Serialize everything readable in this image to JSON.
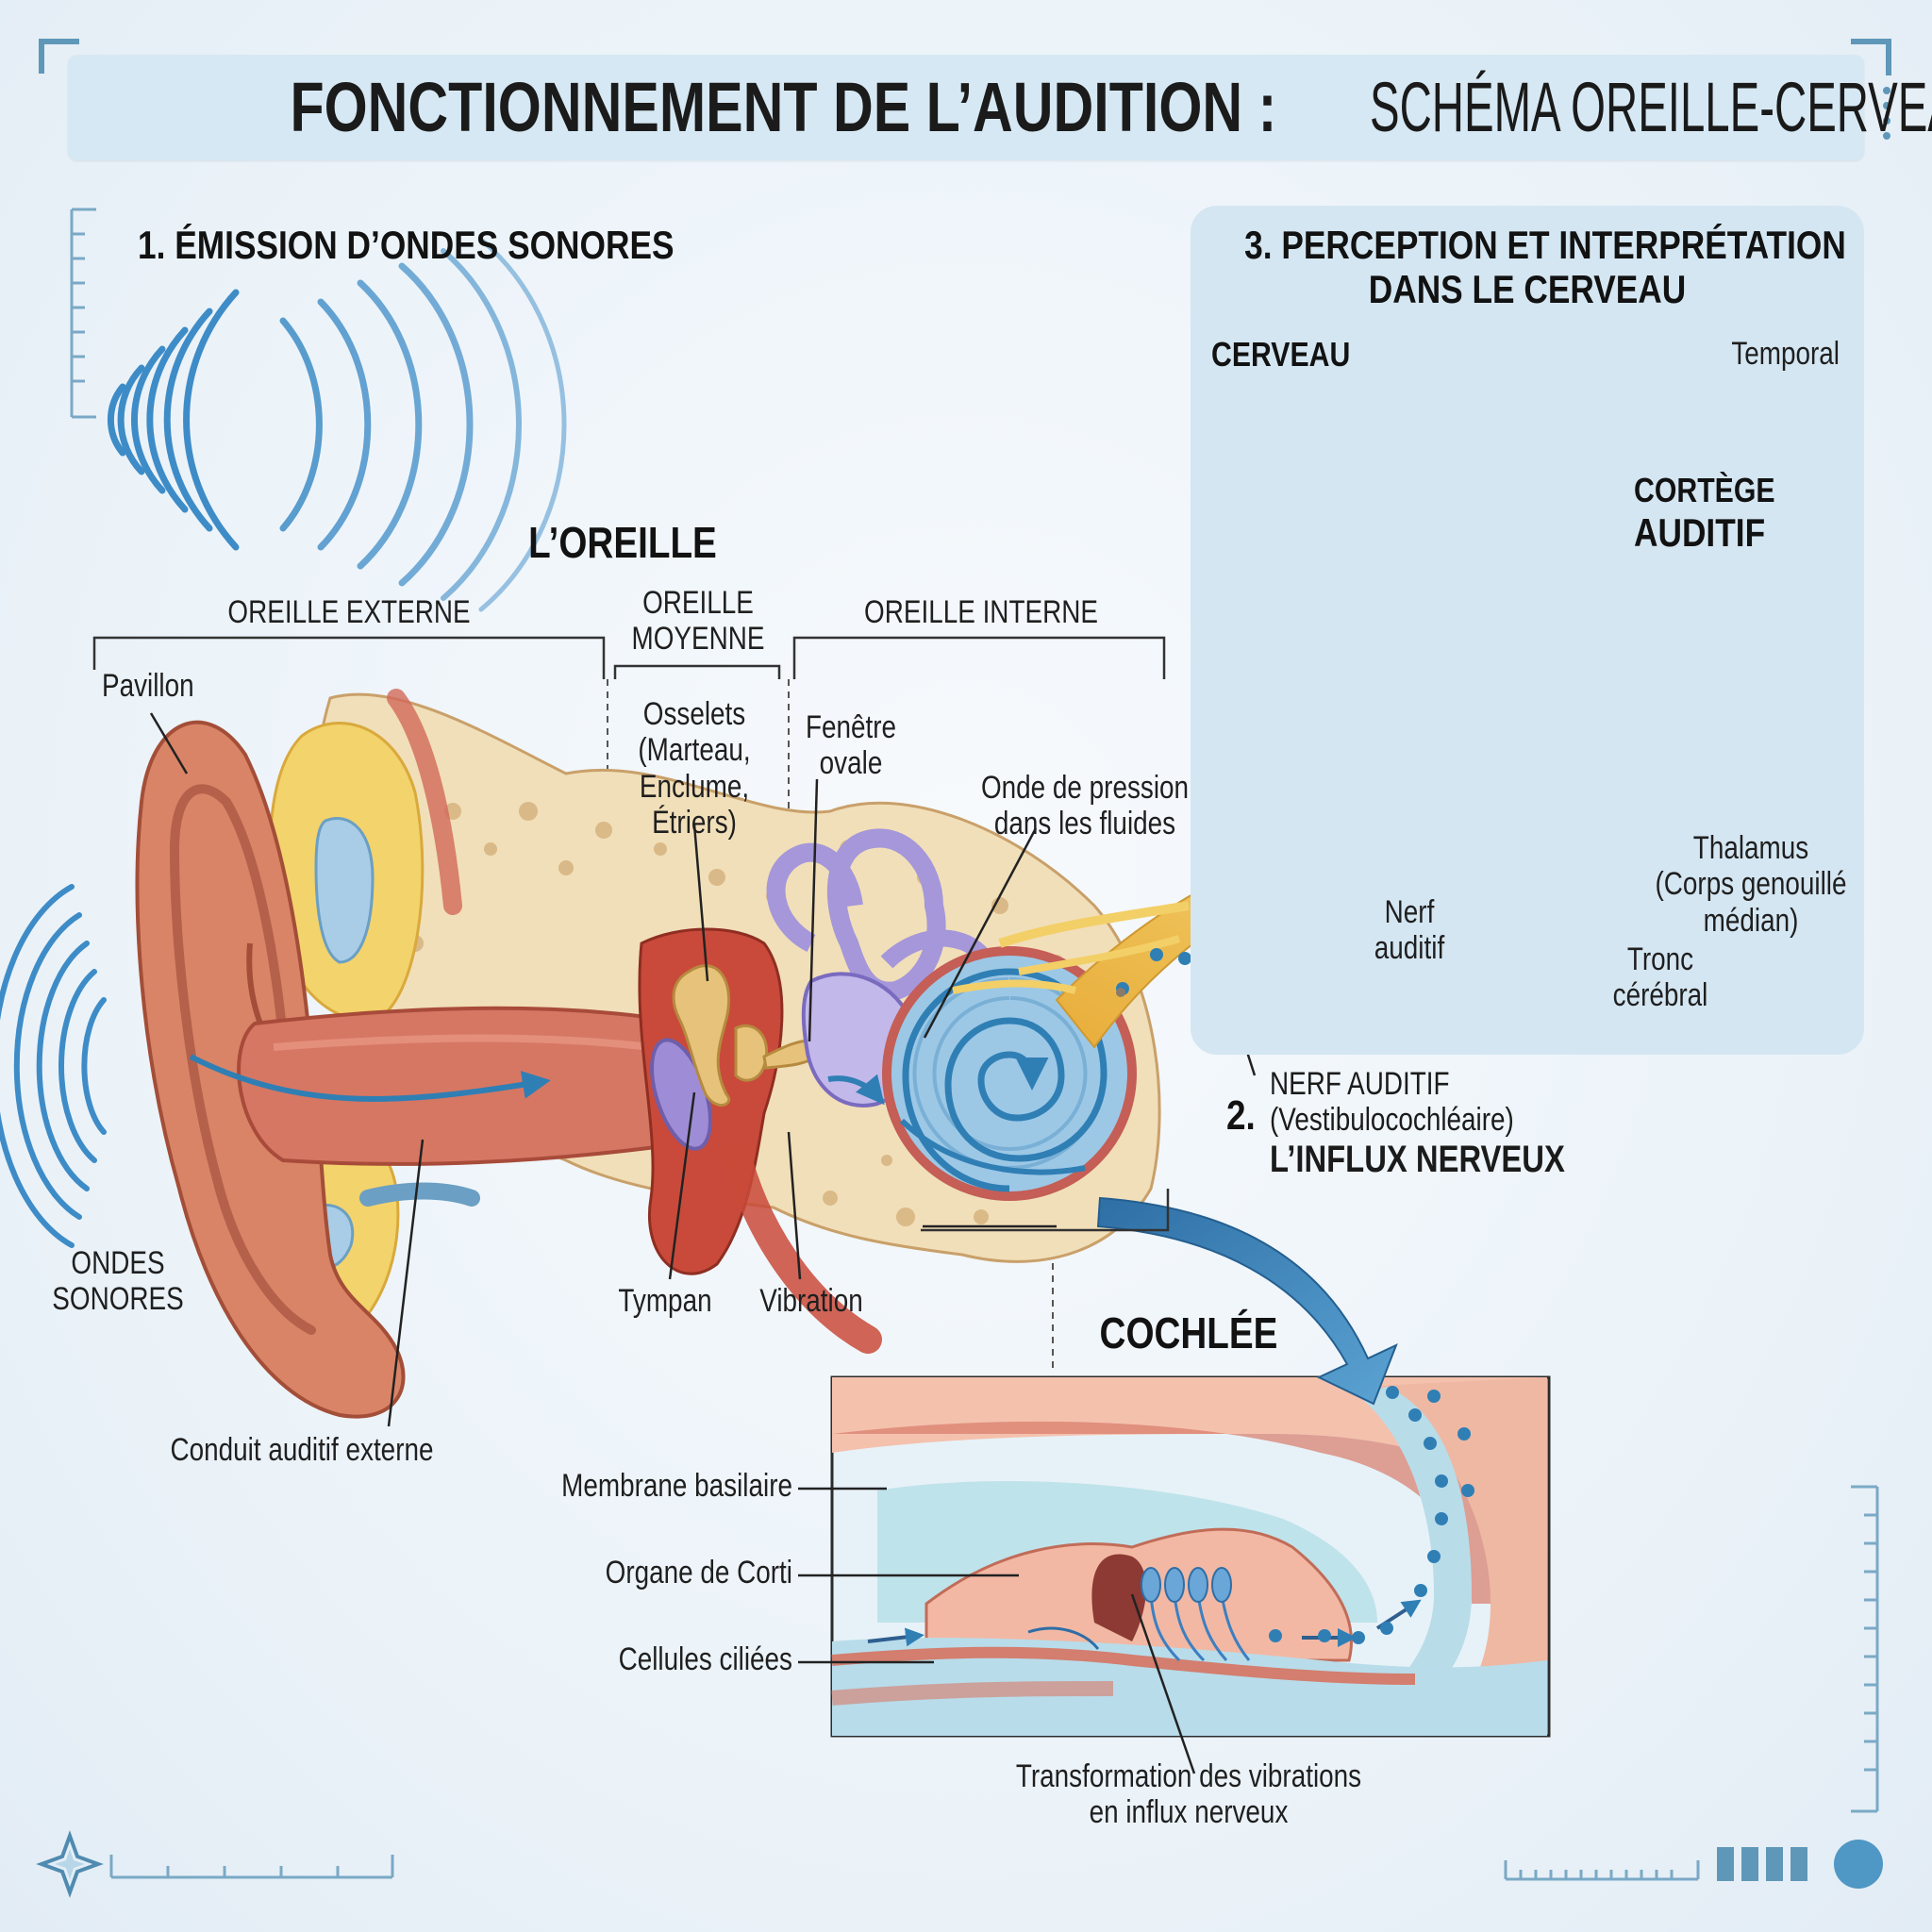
{
  "title": {
    "bold": "FONCTIONNEMENT DE L’AUDITION :",
    "light": "SCHÉMA OREILLE-CERVEAU"
  },
  "step1": "1. ÉMISSION D’ONDES SONORES",
  "step3": {
    "line1": "3. PERCEPTION ET INTERPRÉTATION",
    "line2": "DANS LE CERVEAU"
  },
  "ear": {
    "heading": "L’OREILLE",
    "outer": "OREILLE EXTERNE",
    "middle": {
      "line1": "OREILLE",
      "line2": "MOYENNE"
    },
    "inner": "OREILLE INTERNE",
    "pavillon": "Pavillon",
    "osselets": {
      "line1": "Osselets",
      "line2": "(Marteau,",
      "line3": "Enclume,",
      "line4": "Étriers)"
    },
    "fenetre": {
      "line1": "Fenêtre",
      "line2": "ovale"
    },
    "onde": {
      "line1": "Onde de pression",
      "line2": "dans les fluides"
    },
    "ondes_sonores": {
      "line1": "ONDES",
      "line2": "SONORES"
    },
    "tympan": "Tympan",
    "vibration": "Vibration",
    "conduit": "Conduit auditif externe"
  },
  "nerve": {
    "number": "2.",
    "line1": "NERF AUDITIF",
    "line2": "(Vestibulocochléaire)",
    "line3": "L’INFLUX NERVEUX"
  },
  "brain": {
    "cerveau": "CERVEAU",
    "temporal": "Temporal",
    "cortex": {
      "line1": "CORTÈGE",
      "line2": "AUDITIF"
    },
    "nerf": {
      "line1": "Nerf",
      "line2": "auditif"
    },
    "thalamus": {
      "line1": "Thalamus",
      "line2": "(Corps genouillé",
      "line3": "médian)"
    },
    "tronc": {
      "line1": "Tronc",
      "line2": "cérébral"
    }
  },
  "cochlea": {
    "heading": "COCHLÉE",
    "membrane": "Membrane basilaire",
    "corti": "Organe de Corti",
    "cellules": "Cellules ciliées",
    "transformation": {
      "line1": "Transformation des vibrations",
      "line2": "en influx nerveux"
    }
  },
  "colors": {
    "accent": "#2f7fb5",
    "panel": "#d4e6f2",
    "skin": "#d98467",
    "bone": "#f1dfb9",
    "nerve": "#f0c24a",
    "brain": "#f1bba6",
    "fluid": "#b9dce9"
  },
  "icons": [
    "sound-wave-icon",
    "compass-star-icon",
    "circle-dot-icon",
    "ruler-ticks-icon"
  ]
}
